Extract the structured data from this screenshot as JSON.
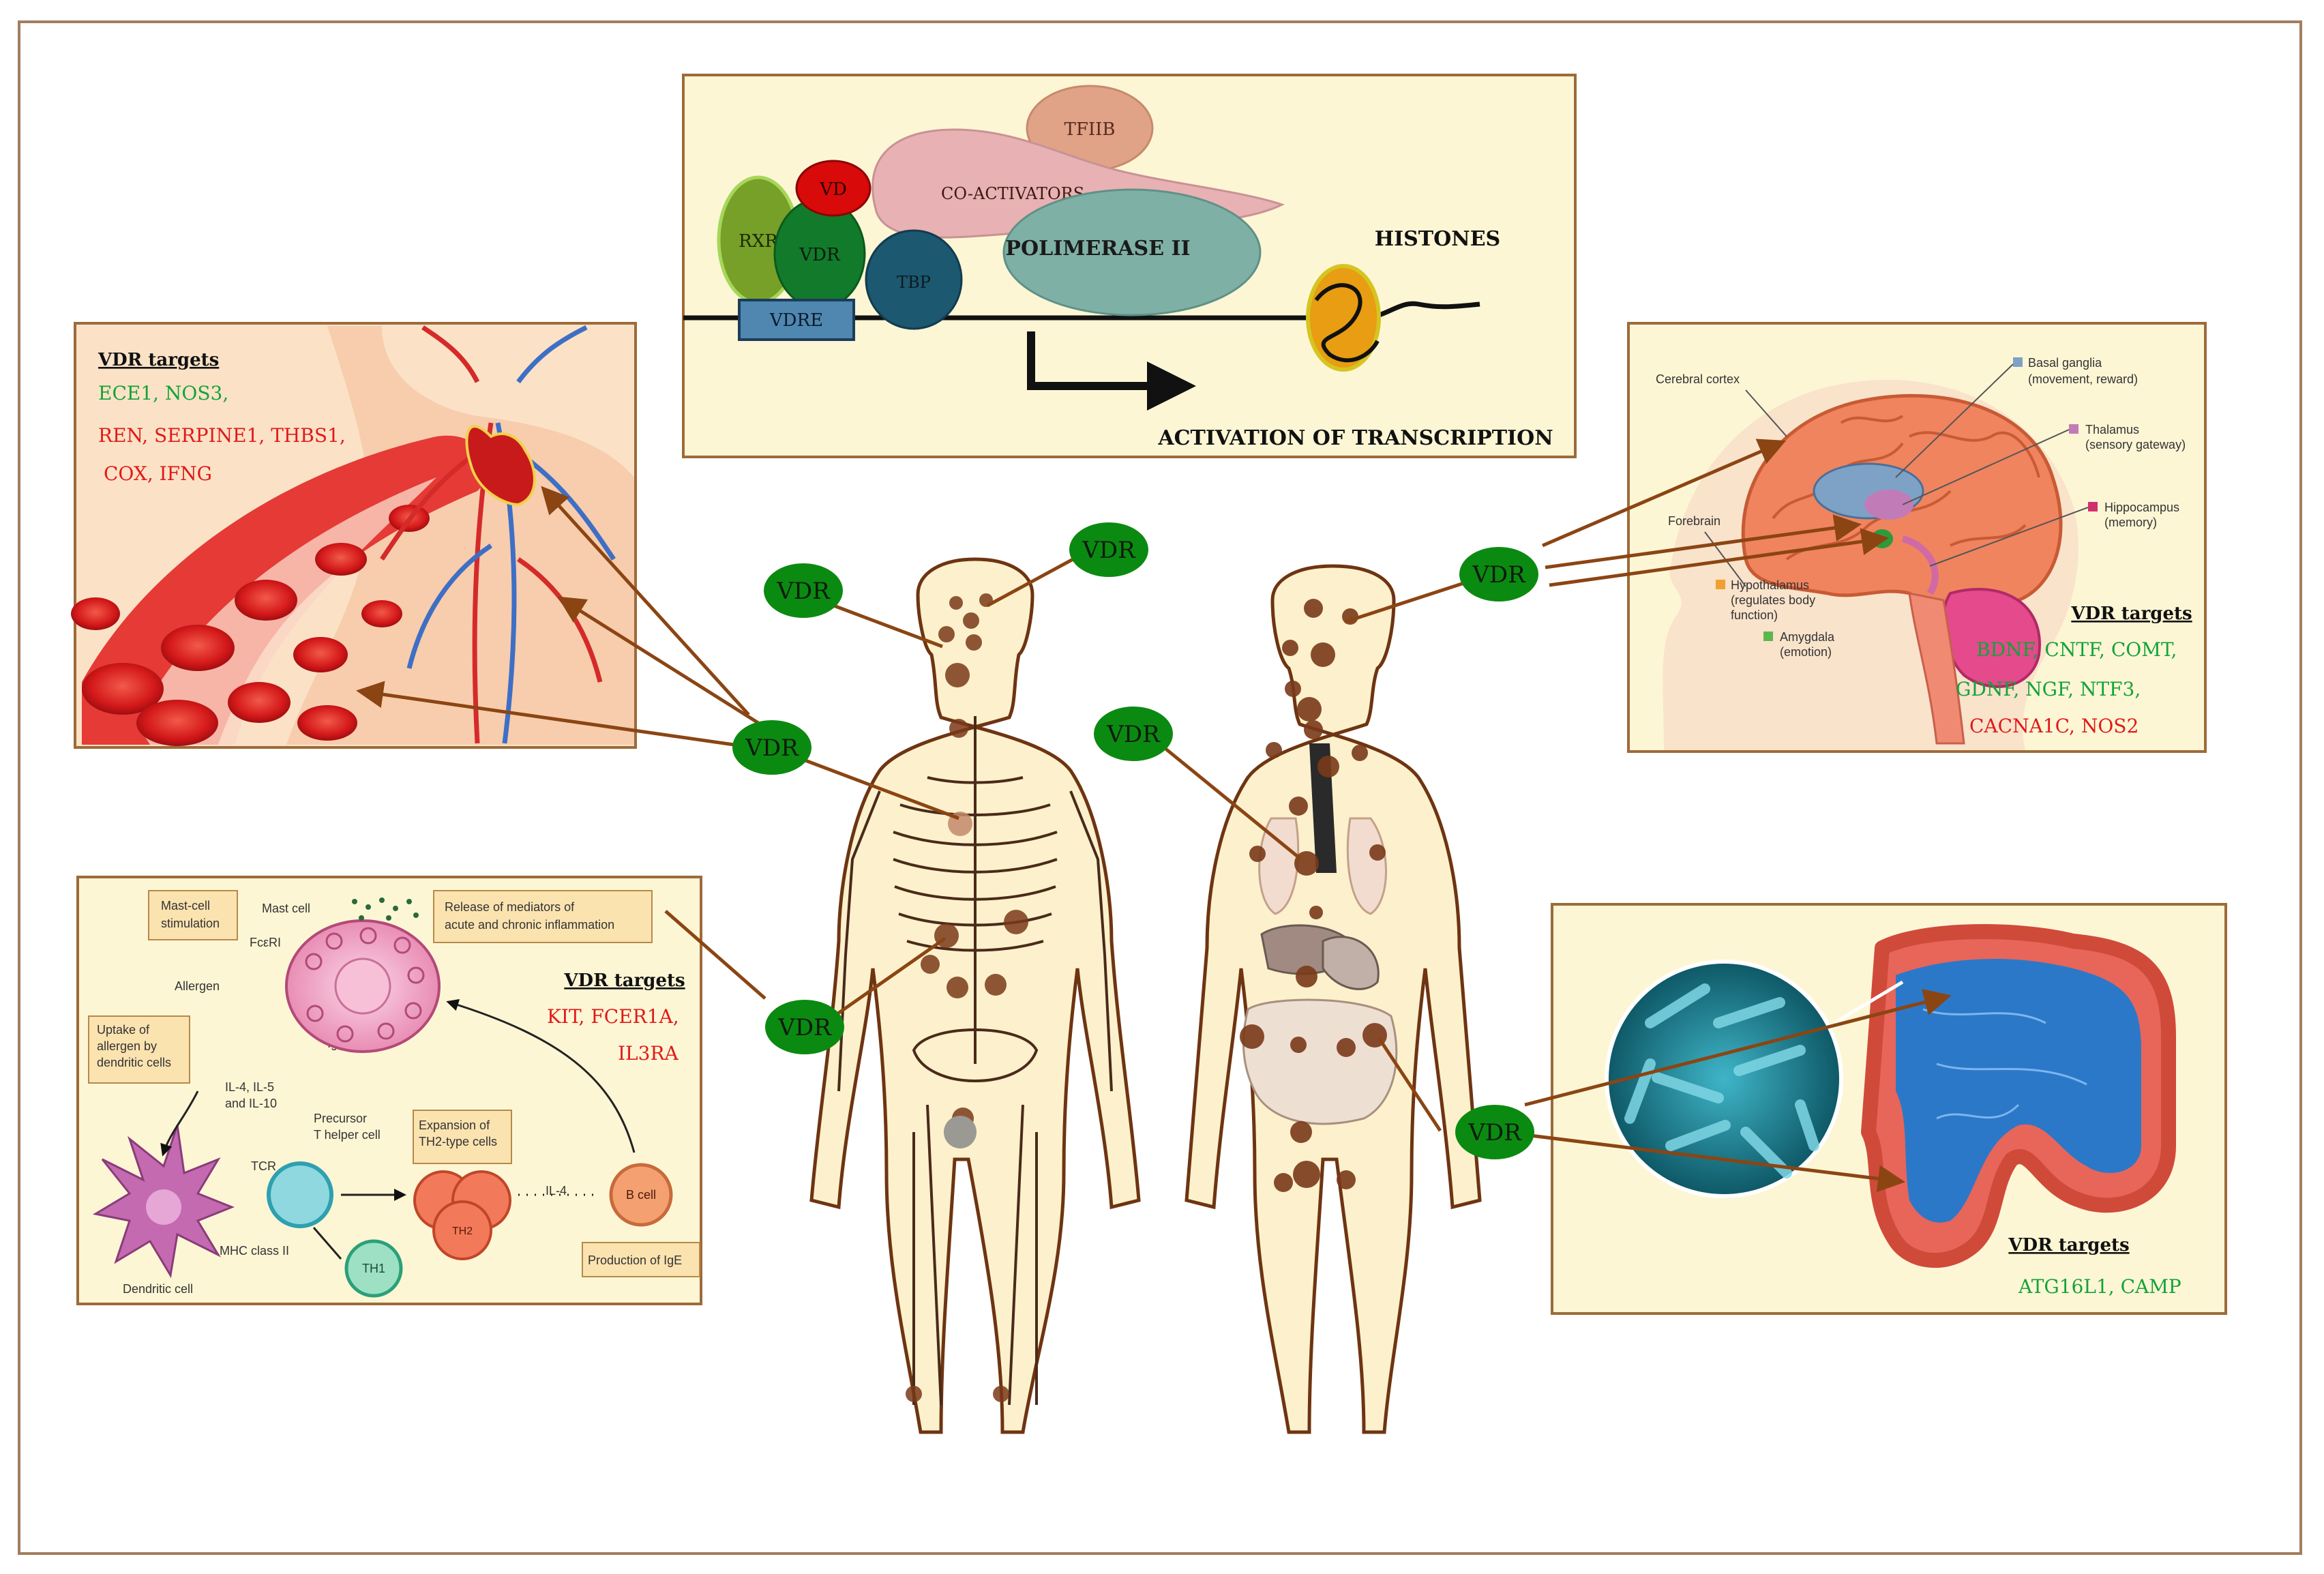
{
  "colors": {
    "panel_bg": "#fdf6d5",
    "panel_border": "#9c6b3a",
    "outer_border": "#a37e5e",
    "vdr_green": "#0b8a11",
    "target_green": "#14a33a",
    "target_red": "#e01a1a",
    "body_fill": "#fcf1cc",
    "body_outline": "#6e3412",
    "organ_dot": "#7a3a1a",
    "arrow_brown": "#8b4513"
  },
  "transcription": {
    "labels": {
      "rxr": "RXR",
      "vdr": "VDR",
      "vd": "VD",
      "tbp": "TBP",
      "tfiib": "TFIIB",
      "coactivators": "CO-ACTIVATORS",
      "polimerase": "POLIMERASE II",
      "vdre": "VDRE",
      "histones": "HISTONES",
      "activation": "ACTIVATION OF TRANSCRIPTION"
    }
  },
  "vdr_badge": "VDR",
  "cardio": {
    "heading": "VDR targets",
    "green_line": "ECE1, NOS3,",
    "red_line1": "REN, SERPINE1, THBS1,",
    "red_line2": "COX, IFNG"
  },
  "brain": {
    "heading": "VDR targets",
    "green_line1": "BDNF, CNTF, COMT,",
    "green_line2": "GDNF, NGF, NTF3,",
    "red_line": "CACNA1C, NOS2",
    "labels": {
      "cortex": "Cerebral cortex",
      "basal": "Basal ganglia",
      "basal_sub": "(movement, reward)",
      "thalamus": "Thalamus",
      "thalamus_sub": "(sensory gateway)",
      "hippo": "Hippocampus",
      "hippo_sub": "(memory)",
      "forebrain": "Forebrain",
      "hypo": "Hypothalamus",
      "hypo_sub1": "(regulates body",
      "hypo_sub2": "function)",
      "amygdala": "Amygdala",
      "amygdala_sub": "(emotion)"
    }
  },
  "immune": {
    "heading": "VDR targets",
    "red_line1": "KIT, FCER1A,",
    "red_line2": "IL3RA",
    "labels": {
      "mast_stim1": "Mast-cell",
      "mast_stim2": "stimulation",
      "mast_cell": "Mast cell",
      "release1": "Release of mediators of",
      "release2": "acute and chronic inflammation",
      "fceri": "FcεRI",
      "allergen": "Allergen",
      "ige": "IgE",
      "uptake1": "Uptake of",
      "uptake2": "allergen by",
      "uptake3": "dendritic cells",
      "il_line1": "IL-4, IL-5",
      "il_line2": "and IL-10",
      "precursor1": "Precursor",
      "precursor2": "T helper cell",
      "tcr": "TCR",
      "expansion1": "Expansion of",
      "expansion2": "TH2-type cells",
      "il4": "IL-4",
      "bcell": "B cell",
      "mhc": "MHC class II",
      "dendritic": "Dendritic cell",
      "th1": "TH1",
      "th2": "TH2",
      "production": "Production of IgE"
    }
  },
  "gut": {
    "heading": "VDR targets",
    "green_line": "ATG16L1, CAMP"
  }
}
